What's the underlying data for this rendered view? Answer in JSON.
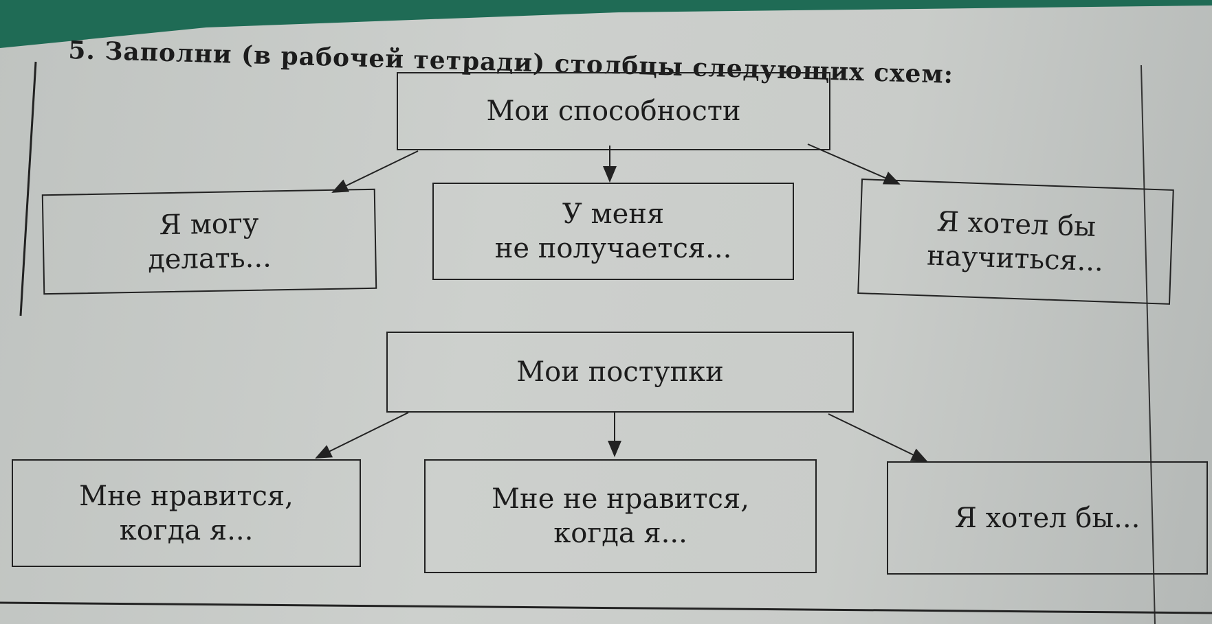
{
  "task_title": "5. Заполни (в рабочей тетради) столбцы следующих схем:",
  "diagrams": [
    {
      "root": "Мои способности",
      "children": [
        "Я могу\nделать...",
        "У меня\nне получается...",
        "Я хотел бы\nнаучиться..."
      ]
    },
    {
      "root": "Мои поступки",
      "children": [
        "Мне нравится,\nкогда я...",
        "Мне не нравится,\nкогда я...",
        "Я хотел бы..."
      ]
    }
  ]
}
